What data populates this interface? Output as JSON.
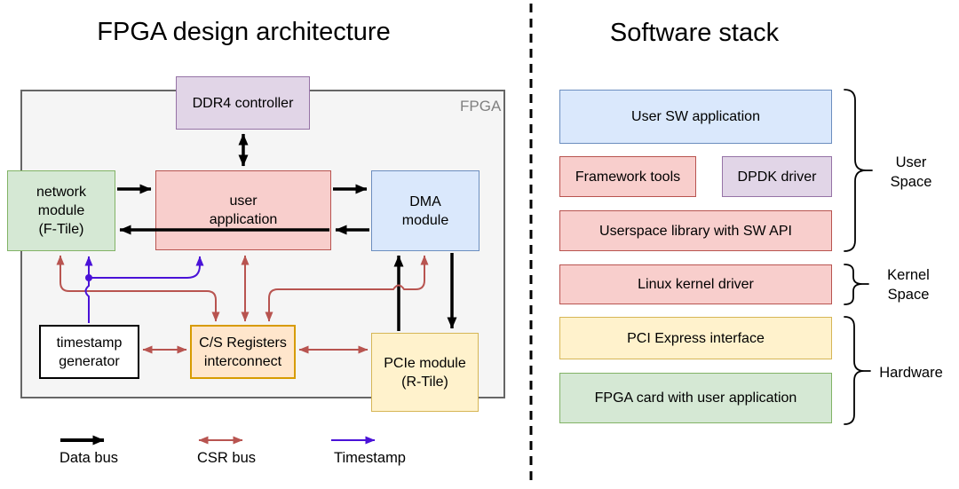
{
  "left_panel": {
    "title": "FPGA design architecture",
    "fpga_label": "FPGA",
    "boxes": {
      "ddr4_controller": "DDR4 controller",
      "network_module": "network\nmodule\n(F-Tile)",
      "user_application": "user\napplication",
      "dma_module": "DMA\nmodule",
      "timestamp_generator": "timestamp\ngenerator",
      "csr_interconnect": "C/S Registers\ninterconnect",
      "pcie_module": "PCIe module\n(R-Tile)"
    },
    "legend": {
      "data_bus": "Data bus",
      "csr_bus": "CSR bus",
      "timestamp": "Timestamp"
    }
  },
  "right_panel": {
    "title": "Software stack",
    "layers": {
      "user_sw_application": "User SW application",
      "framework_tools": "Framework tools",
      "dpdk_driver": "DPDK driver",
      "userspace_library": "Userspace library with SW API",
      "linux_kernel_driver": "Linux kernel driver",
      "pci_express_interface": "PCI Express interface",
      "fpga_card": "FPGA card with user application"
    },
    "groups": {
      "user_space": "User\nSpace",
      "kernel_space": "Kernel\nSpace",
      "hardware": "Hardware"
    }
  },
  "colors": {
    "green_fill": "#d5e8d4",
    "green_stroke": "#82b366",
    "red_fill": "#f8cecc",
    "red_stroke": "#b85450",
    "blue_fill": "#dae8fc",
    "blue_stroke": "#6c8ebf",
    "purple_fill": "#e1d5e7",
    "purple_stroke": "#9673a6",
    "orange_fill": "#ffe6cc",
    "orange_stroke": "#d79b00",
    "yellow_fill": "#fff2cc",
    "yellow_stroke": "#d6b656",
    "container_fill": "#f5f5f5",
    "container_stroke": "#666666",
    "data_bus_arrow": "#000000",
    "csr_bus_arrow": "#b85450",
    "timestamp_arrow": "#4a12d8"
  }
}
